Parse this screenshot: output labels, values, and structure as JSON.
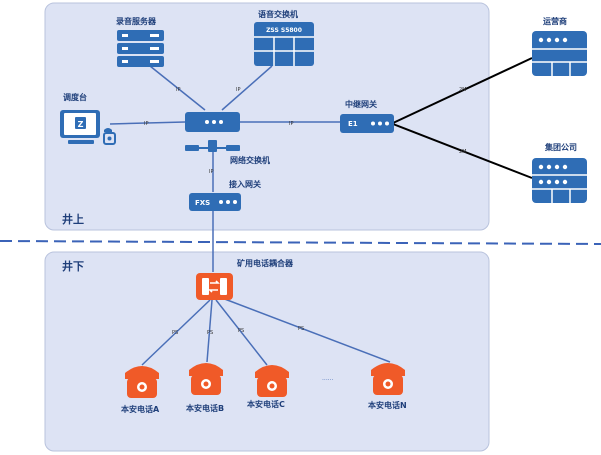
{
  "zones": {
    "upper": "井上",
    "lower": "井下"
  },
  "nodes": {
    "recording_server": "录音服务器",
    "voice_switch": "语音交换机",
    "voice_switch_model": "ZSS S5800",
    "console": "调度台",
    "console_glyph": "Z",
    "network_switch": "网络交换机",
    "trunk_gateway": "中继网关",
    "e1_label": "E1",
    "access_gateway": "接入网关",
    "fxs_label": "FXS",
    "carrier": "运营商",
    "group_company": "集团公司",
    "mining_coupler": "矿用电话耦合器",
    "phone_a": "本安电话A",
    "phone_b": "本安电话B",
    "phone_c": "本安电话C",
    "phone_n": "本安电话N",
    "ellipsis": "......"
  },
  "link_labels": {
    "ip": "IP",
    "two_m": "2M",
    "ps": "PS"
  },
  "colors": {
    "device_blue": "#2f6db5",
    "zone_fill": "#dde3f4",
    "zone_stroke": "#b9c3dd",
    "link_blue": "#4a6fb8",
    "phone_orange": "#f05a28",
    "dashed_line": "#3b63b8"
  }
}
